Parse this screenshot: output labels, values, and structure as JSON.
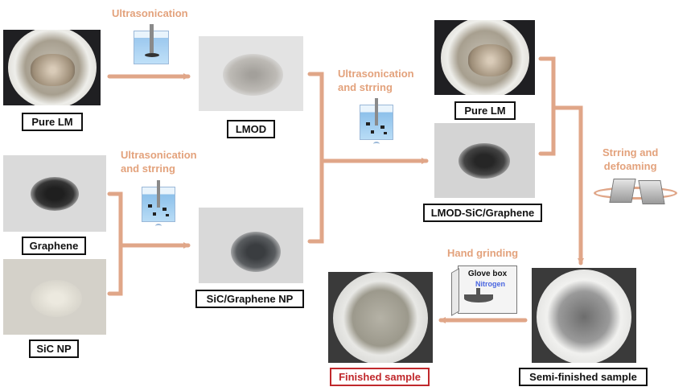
{
  "steps": {
    "ultrasonication": "Ultrasonication",
    "ultrasonication_stirring_1": [
      "Ultrasonication",
      "and strring"
    ],
    "ultrasonication_stirring_2": [
      "Ultrasonication",
      "and strring"
    ],
    "stirring_defoaming": [
      "Strring and",
      "defoaming"
    ],
    "hand_grinding": "Hand grinding"
  },
  "samples": {
    "pure_lm_1": "Pure LM",
    "lmod": "LMOD",
    "graphene": "Graphene",
    "sic_np": "SiC NP",
    "sic_graphene_np": "SiC/Graphene NP",
    "pure_lm_2": "Pure LM",
    "lmod_sic_graphene": "LMOD-SiC/Graphene",
    "semi_finished": "Semi-finished sample",
    "finished": "Finished sample"
  },
  "glove_box": {
    "title": "Glove box",
    "gas": "Nitrogen"
  },
  "colors": {
    "arrow": "#e0a688",
    "step_text": "#e3a27c",
    "finished_border": "#c0282c",
    "nitrogen": "#4a66e0"
  }
}
